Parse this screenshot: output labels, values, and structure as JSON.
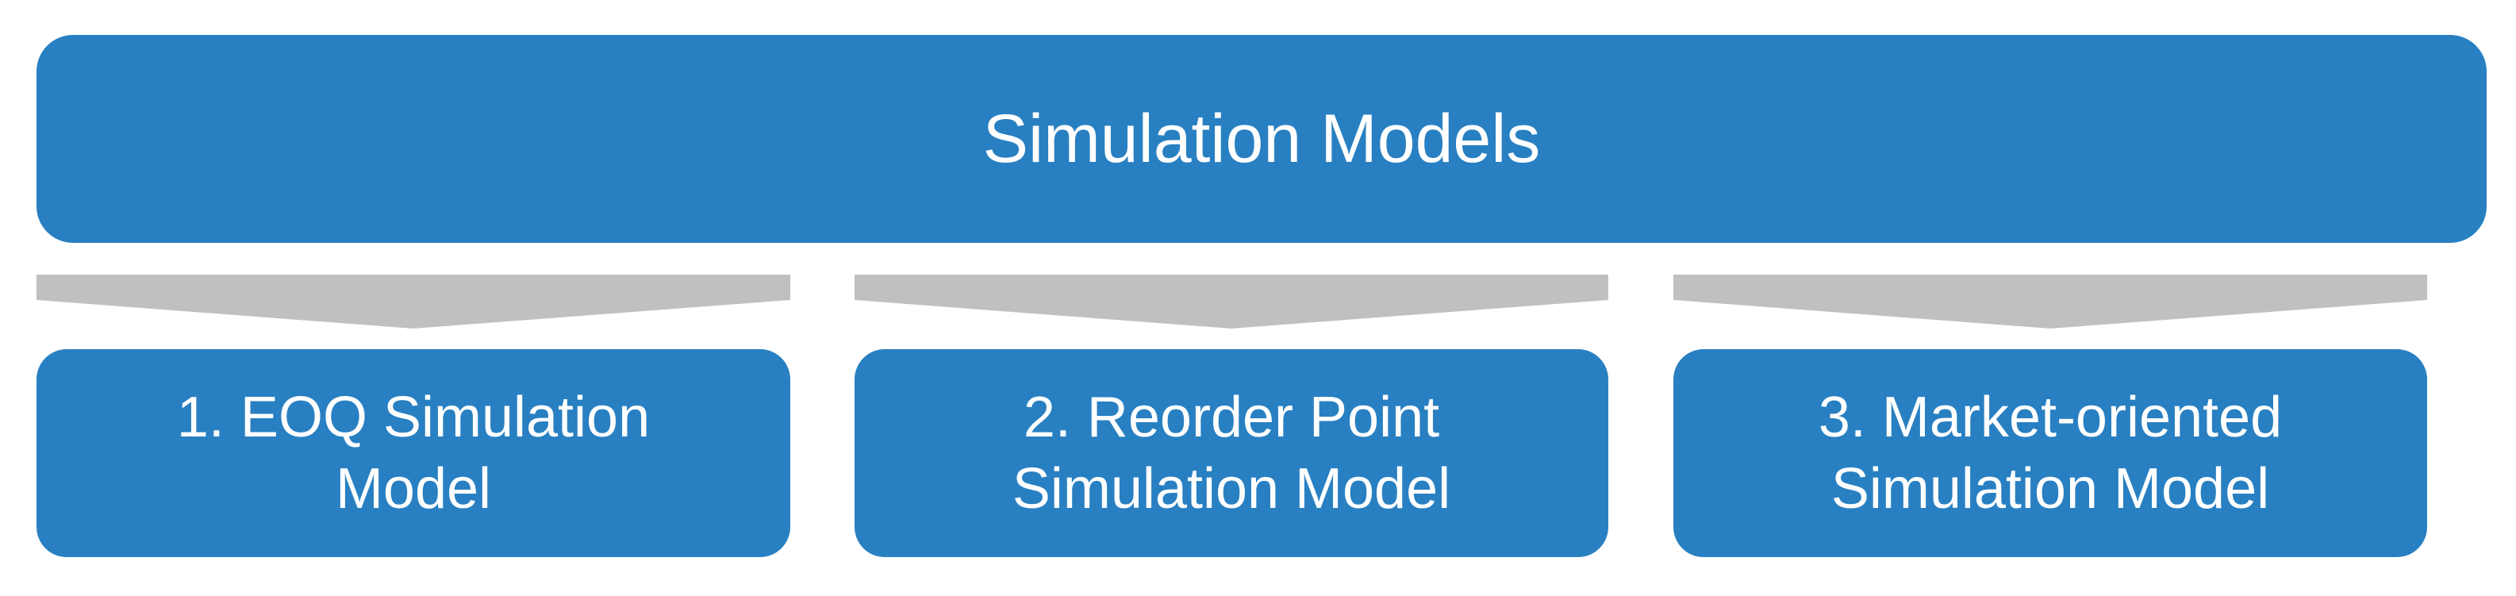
{
  "diagram": {
    "title": "Simulation Models",
    "models": [
      {
        "label": "1. EOQ Simulation Model",
        "line1": "1. EOQ Simulation",
        "line2": "Model"
      },
      {
        "label": "2. Reorder Point Simulation Model",
        "line1": "2. Reorder Point",
        "line2": "Simulation Model"
      },
      {
        "label": "3. Market-oriented Simulation Model",
        "line1": "3. Market-oriented",
        "line2": "Simulation Model"
      }
    ],
    "colors": {
      "box_fill": "#2880c2",
      "text": "#ffffff",
      "connector": "#c0c0c0"
    }
  }
}
